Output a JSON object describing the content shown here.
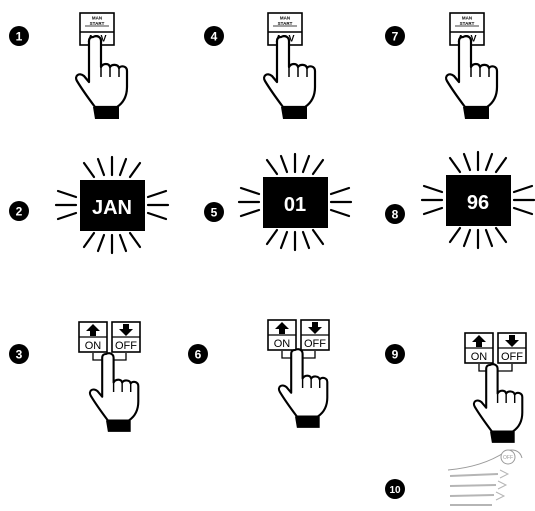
{
  "steps": {
    "s1": "1",
    "s2": "2",
    "s3": "3",
    "s4": "4",
    "s5": "5",
    "s6": "6",
    "s7": "7",
    "s8": "8",
    "s9": "9",
    "s10": "10"
  },
  "adv_button": {
    "line1": "MAN",
    "line2": "START",
    "line3": "ADV"
  },
  "displays": {
    "month": "JAN",
    "day": "01",
    "year": "96"
  },
  "onoff_button": {
    "on": "ON",
    "off": "OFF"
  },
  "dial": {
    "off": "OFF"
  },
  "colors": {
    "ink": "#000000",
    "paper": "#ffffff",
    "faint": "#9a9a9a"
  }
}
